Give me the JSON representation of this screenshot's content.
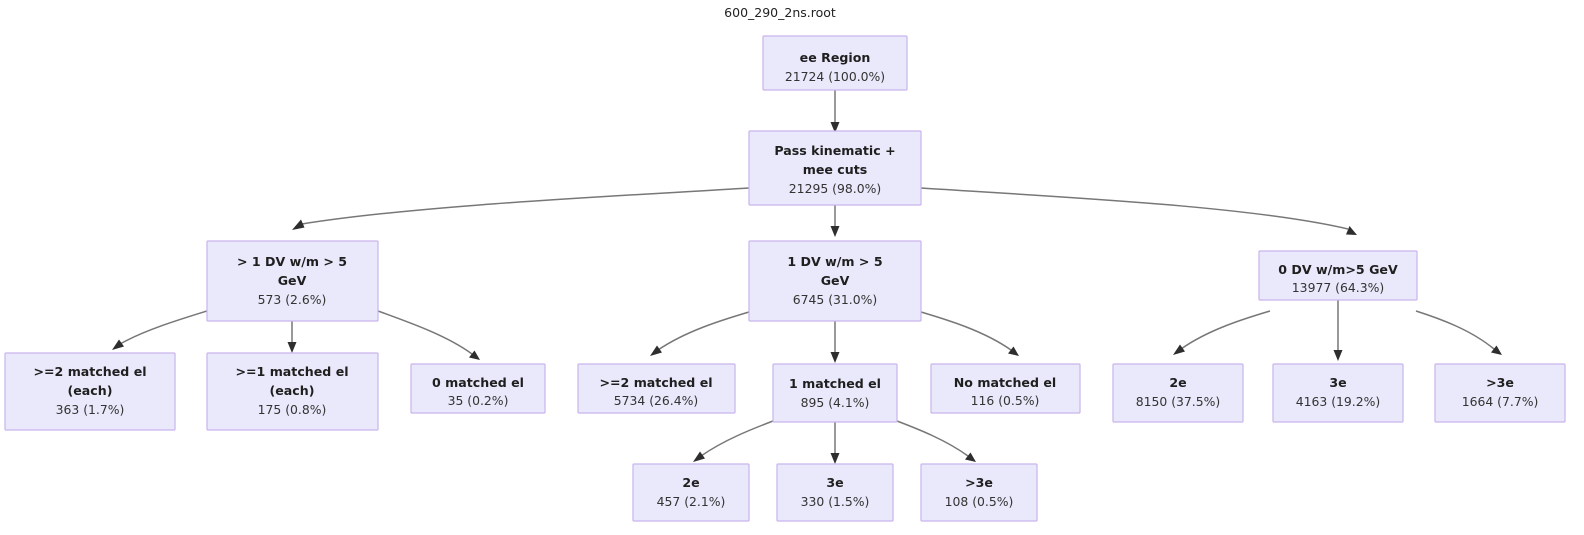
{
  "title": "600_290_2ns.root",
  "colors": {
    "node_fill": "#e9e9fb",
    "node_border": "#c9b4ec",
    "edge": "#777777",
    "arrowhead": "#2e2e2e",
    "text": "#1f1f1f",
    "background": "#ffffff"
  },
  "chart_data": {
    "type": "diagram",
    "title": "600_290_2ns.root",
    "nodes": [
      {
        "id": "ee_region",
        "label": "ee Region",
        "label2": "",
        "stat": "21724 (100.0%)",
        "count": 21724,
        "percent": 100.0
      },
      {
        "id": "pass_cuts",
        "label": "Pass kinematic +",
        "label2": "mee cuts",
        "stat": "21295 (98.0%)",
        "count": 21295,
        "percent": 98.0
      },
      {
        "id": "gt1_dv",
        "label": "> 1 DV w/m > 5",
        "label2": "GeV",
        "stat": "573 (2.6%)",
        "count": 573,
        "percent": 2.6
      },
      {
        "id": "one_dv",
        "label": "1 DV w/m > 5",
        "label2": "GeV",
        "stat": "6745 (31.0%)",
        "count": 6745,
        "percent": 31.0
      },
      {
        "id": "zero_dv",
        "label": "0 DV w/m>5 GeV",
        "label2": "",
        "stat": "13977 (64.3%)",
        "count": 13977,
        "percent": 64.3
      },
      {
        "id": "ge2_each",
        "label": ">=2 matched el",
        "label2": "(each)",
        "stat": "363 (1.7%)",
        "count": 363,
        "percent": 1.7
      },
      {
        "id": "ge1_each",
        "label": ">=1 matched el",
        "label2": "(each)",
        "stat": "175 (0.8%)",
        "count": 175,
        "percent": 0.8
      },
      {
        "id": "zero_matched_a",
        "label": "0 matched el",
        "label2": "",
        "stat": "35 (0.2%)",
        "count": 35,
        "percent": 0.2
      },
      {
        "id": "ge2_matched",
        "label": ">=2 matched el",
        "label2": "",
        "stat": "5734 (26.4%)",
        "count": 5734,
        "percent": 26.4
      },
      {
        "id": "one_matched",
        "label": "1 matched el",
        "label2": "",
        "stat": "895 (4.1%)",
        "count": 895,
        "percent": 4.1
      },
      {
        "id": "no_matched",
        "label": "No matched el",
        "label2": "",
        "stat": "116 (0.5%)",
        "count": 116,
        "percent": 0.5
      },
      {
        "id": "zero_2e",
        "label": "2e",
        "label2": "",
        "stat": "8150 (37.5%)",
        "count": 8150,
        "percent": 37.5
      },
      {
        "id": "zero_3e",
        "label": "3e",
        "label2": "",
        "stat": "4163 (19.2%)",
        "count": 4163,
        "percent": 19.2
      },
      {
        "id": "zero_gt3e",
        "label": ">3e",
        "label2": "",
        "stat": "1664 (7.7%)",
        "count": 1664,
        "percent": 7.7
      },
      {
        "id": "one_2e",
        "label": "2e",
        "label2": "",
        "stat": "457 (2.1%)",
        "count": 457,
        "percent": 2.1
      },
      {
        "id": "one_3e",
        "label": "3e",
        "label2": "",
        "stat": "330 (1.5%)",
        "count": 330,
        "percent": 1.5
      },
      {
        "id": "one_gt3e",
        "label": ">3e",
        "label2": "",
        "stat": "108 (0.5%)",
        "count": 108,
        "percent": 0.5
      }
    ],
    "edges": [
      {
        "from": "ee_region",
        "to": "pass_cuts"
      },
      {
        "from": "pass_cuts",
        "to": "gt1_dv"
      },
      {
        "from": "pass_cuts",
        "to": "one_dv"
      },
      {
        "from": "pass_cuts",
        "to": "zero_dv"
      },
      {
        "from": "gt1_dv",
        "to": "ge2_each"
      },
      {
        "from": "gt1_dv",
        "to": "ge1_each"
      },
      {
        "from": "gt1_dv",
        "to": "zero_matched_a"
      },
      {
        "from": "one_dv",
        "to": "ge2_matched"
      },
      {
        "from": "one_dv",
        "to": "one_matched"
      },
      {
        "from": "one_dv",
        "to": "no_matched"
      },
      {
        "from": "zero_dv",
        "to": "zero_2e"
      },
      {
        "from": "zero_dv",
        "to": "zero_3e"
      },
      {
        "from": "zero_dv",
        "to": "zero_gt3e"
      },
      {
        "from": "one_matched",
        "to": "one_2e"
      },
      {
        "from": "one_matched",
        "to": "one_3e"
      },
      {
        "from": "one_matched",
        "to": "one_gt3e"
      }
    ]
  }
}
